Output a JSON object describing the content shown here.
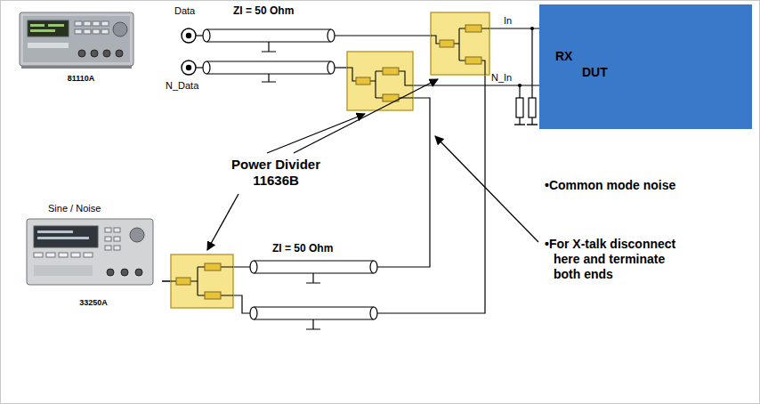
{
  "diagram": {
    "nodes": [
      {
        "text": [
          "81110A"
        ]
      },
      {
        "text": [
          "RX",
          "DUT"
        ]
      },
      {
        "text": [
          "33250A"
        ]
      }
    ],
    "edges": [
      {
        "from": 2,
        "to": 1,
        "arrow": "none"
      },
      {
        "from": 2,
        "to": 1,
        "arrow": "none"
      }
    ],
    "labels": [
      "Data",
      "ZI = 50 Ohm",
      "In",
      "N_Data",
      "N_In",
      "Power Divider 11636B",
      "Sine / Noise",
      "ZI = 50 Ohm",
      "•Common mode noise",
      "•For X-talk disconnect here and terminate both ends"
    ]
  }
}
